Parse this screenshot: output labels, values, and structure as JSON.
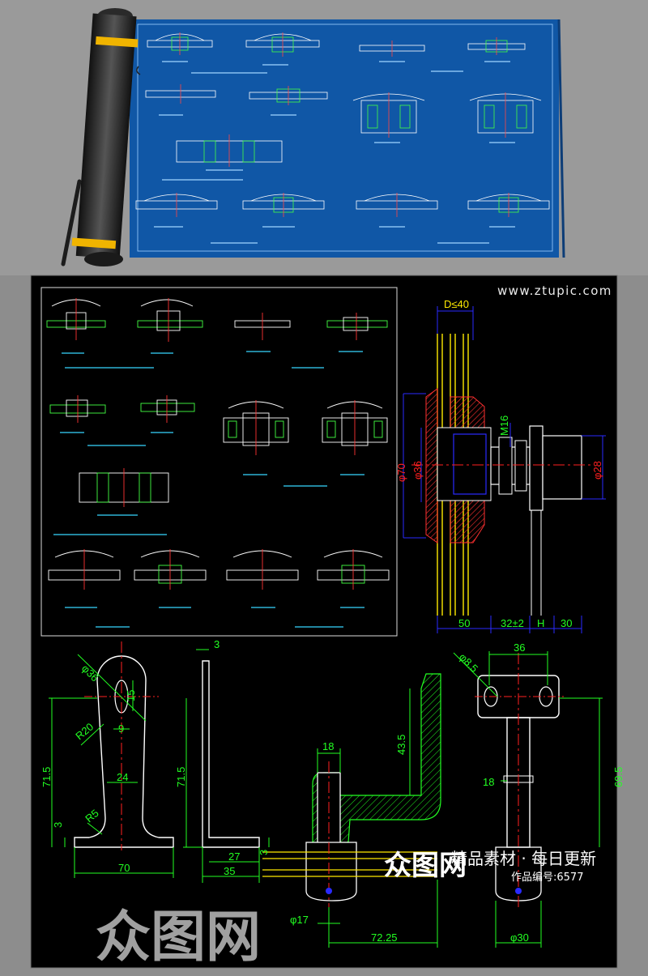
{
  "watermark": {
    "url": "www.ztupic.com",
    "brand": "精品素材 · 每日更新",
    "code": "作品编号:6577",
    "logo_text": "图网",
    "logo_mark": "众"
  },
  "dimensions_right": {
    "d_top": "D≤40",
    "dia_70": "φ70",
    "dia_36": "φ36",
    "m16": "M16",
    "dia_28": "φ28",
    "bottom": [
      "50",
      "32±2",
      "H",
      "30"
    ]
  },
  "dimensions_bottom": {
    "part1": {
      "dia": "φ36",
      "d15": "15",
      "d9": "9",
      "r20": "R20",
      "h": "71.5",
      "d24": "24",
      "r5": "R5",
      "t3": "3",
      "w": "70"
    },
    "part2": {
      "t": "3",
      "h": "71.5",
      "w27": "27",
      "w35": "35",
      "t3b": "3"
    },
    "part3": {
      "d18": "18",
      "h43": "43.5",
      "dia17": "φ17",
      "w72": "72.25"
    },
    "part4": {
      "dia85": "φ8.5",
      "w36": "36",
      "d18": "18",
      "h69": "69.5",
      "dia30": "φ30"
    }
  },
  "colors": {
    "blueprint": "#1059a8",
    "cad_bg": "#000000",
    "yellow": "#ffea00",
    "green": "#22ff22",
    "red": "#ff2020",
    "blue": "#2a2aff",
    "white": "#ffffff"
  }
}
